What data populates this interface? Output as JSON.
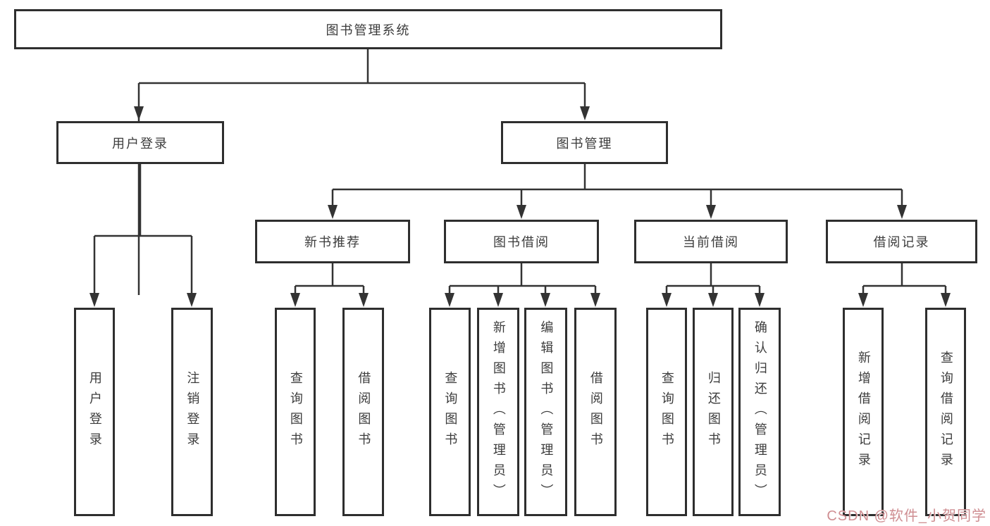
{
  "diagram": {
    "root": {
      "label": "图书管理系统"
    },
    "branches": [
      {
        "label": "用户登录",
        "children": [
          {
            "label": "用户登录"
          },
          {
            "label": "注销登录"
          }
        ]
      },
      {
        "label": "图书管理",
        "groups": [
          {
            "label": "新书推荐",
            "children": [
              {
                "label": "查询图书"
              },
              {
                "label": "借阅图书"
              }
            ]
          },
          {
            "label": "图书借阅",
            "children": [
              {
                "label": "查询图书"
              },
              {
                "label": "新增图书（管理员）"
              },
              {
                "label": "编辑图书（管理员）"
              },
              {
                "label": "借阅图书"
              }
            ]
          },
          {
            "label": "当前借阅",
            "children": [
              {
                "label": "查询图书"
              },
              {
                "label": "归还图书"
              },
              {
                "label": "确认归还（管理员）"
              }
            ]
          },
          {
            "label": "借阅记录",
            "children": [
              {
                "label": "新增借阅记录"
              },
              {
                "label": "查询借阅记录"
              }
            ]
          }
        ]
      }
    ]
  },
  "watermark": {
    "text": "CSDN @软件_小贺同学",
    "color": "#cf8e92"
  },
  "colors": {
    "line": "#333333",
    "border": "#2e2e2e",
    "text": "#3c3c3c",
    "background": "#ffffff"
  }
}
